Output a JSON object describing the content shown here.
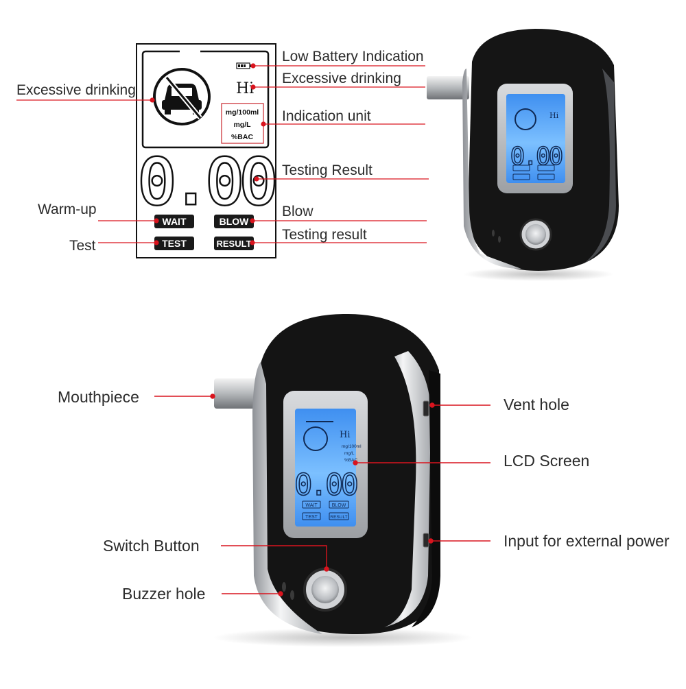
{
  "lcd_panel": {
    "hi_text": "Hi",
    "units": [
      "mg/100ml",
      "mg/L",
      "%BAC"
    ],
    "reading": "0.00",
    "indicators": [
      "WAIT",
      "BLOW",
      "TEST",
      "RESULT"
    ]
  },
  "callouts_top": {
    "excessive_drinking_left": "Excessive drinking",
    "warm_up": "Warm-up",
    "test": "Test",
    "low_battery": "Low Battery Indication",
    "excessive_drinking_right": "Excessive drinking",
    "indication_unit": "Indication unit",
    "testing_result": "Testing Result",
    "blow": "Blow",
    "testing_result_lower": "Testing result"
  },
  "callouts_bottom": {
    "mouthpiece": "Mouthpiece",
    "switch_button": "Switch Button",
    "buzzer_hole": "Buzzer hole",
    "vent_hole": "Vent hole",
    "lcd_screen": "LCD Screen",
    "external_power": "Input for external power"
  },
  "colors": {
    "leader_line": "#d9141e",
    "device_body": "#161616",
    "lcd_blue": "#4f9ef0",
    "chrome": "#c9ccd0"
  }
}
